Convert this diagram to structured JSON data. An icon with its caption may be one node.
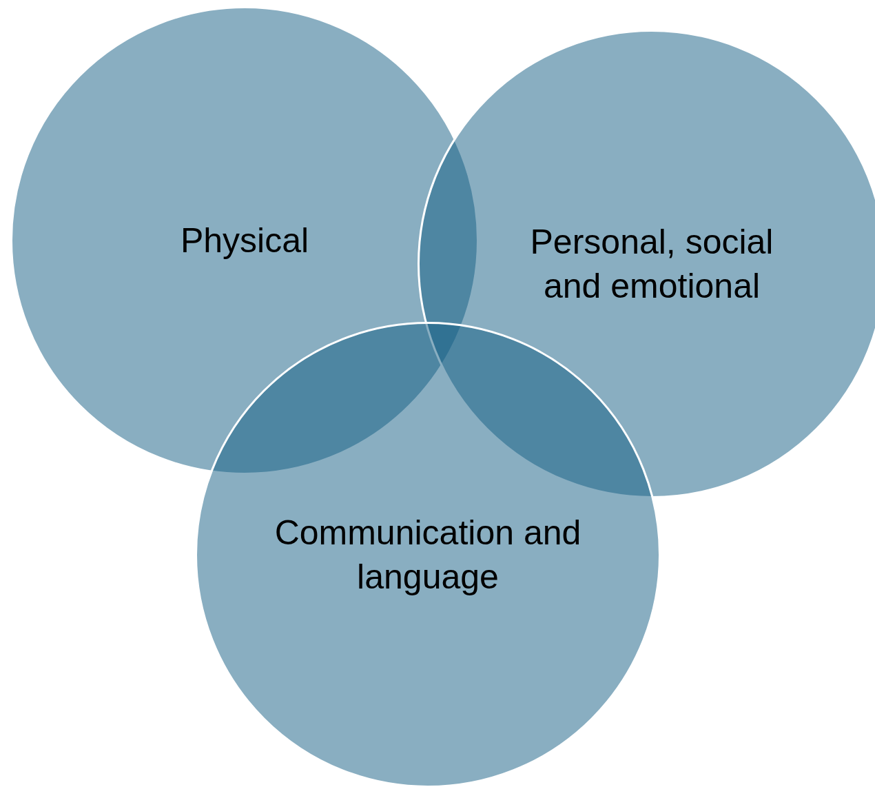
{
  "diagram": {
    "nodes": [
      {
        "text": [
          "Physical"
        ]
      },
      {
        "text": [
          "Personal, social and emotional"
        ]
      },
      {
        "text": [
          "Communication and language"
        ]
      }
    ]
  }
}
